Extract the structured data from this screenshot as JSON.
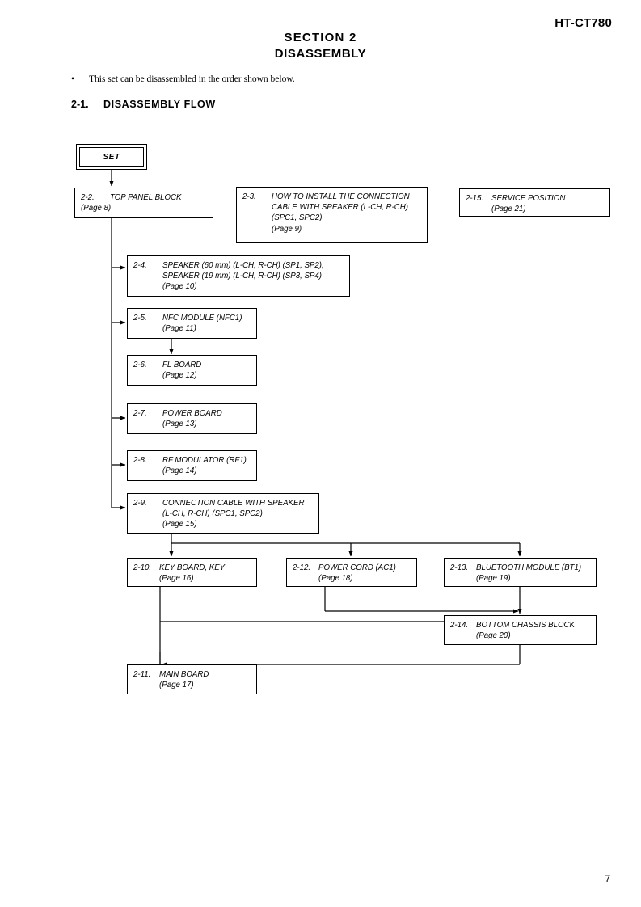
{
  "header": {
    "model": "HT-CT780",
    "section_line1": "SECTION  2",
    "section_line2": "DISASSEMBLY"
  },
  "note": {
    "bullet": "•",
    "text": "This set can be disassembled in the order shown below."
  },
  "sub_heading": {
    "number": "2-1.",
    "text": "DISASSEMBLY  FLOW"
  },
  "flow": {
    "start_label": "SET",
    "boxes": [
      {
        "id": "2-2",
        "index": "2-2.",
        "lines": [
          "TOP PANEL BLOCK"
        ],
        "page": "(Page 8)"
      },
      {
        "id": "2-3",
        "index": "2-3.",
        "lines": [
          "HOW TO INSTALL THE CONNECTION",
          "CABLE WITH SPEAKER (L-CH, R-CH)",
          "(SPC1, SPC2)"
        ],
        "page": "(Page 9)"
      },
      {
        "id": "2-15",
        "index": "2-15.",
        "lines": [
          "SERVICE POSITION"
        ],
        "page": "(Page 21)"
      },
      {
        "id": "2-4",
        "index": "2-4.",
        "lines": [
          "SPEAKER (60 mm) (L-CH, R-CH) (SP1, SP2),",
          "SPEAKER (19 mm) (L-CH, R-CH) (SP3, SP4)"
        ],
        "page": "(Page 10)"
      },
      {
        "id": "2-5",
        "index": "2-5.",
        "lines": [
          "NFC MODULE (NFC1)"
        ],
        "page": "(Page 11)"
      },
      {
        "id": "2-6",
        "index": "2-6.",
        "lines": [
          "FL BOARD"
        ],
        "page": "(Page 12)"
      },
      {
        "id": "2-7",
        "index": "2-7.",
        "lines": [
          "POWER BOARD"
        ],
        "page": "(Page 13)"
      },
      {
        "id": "2-8",
        "index": "2-8.",
        "lines": [
          "RF MODULATOR (RF1)"
        ],
        "page": "(Page 14)"
      },
      {
        "id": "2-9",
        "index": "2-9.",
        "lines": [
          "CONNECTION CABLE WITH SPEAKER",
          "(L-CH, R-CH) (SPC1, SPC2)"
        ],
        "page": "(Page 15)"
      },
      {
        "id": "2-10",
        "index": "2-10.",
        "lines": [
          "KEY BOARD, KEY"
        ],
        "page": "(Page 16)"
      },
      {
        "id": "2-12",
        "index": "2-12.",
        "lines": [
          "POWER CORD (AC1)"
        ],
        "page": "(Page 18)"
      },
      {
        "id": "2-13",
        "index": "2-13.",
        "lines": [
          "BLUETOOTH MODULE (BT1)"
        ],
        "page": "(Page 19)"
      },
      {
        "id": "2-14",
        "index": "2-14.",
        "lines": [
          "BOTTOM CHASSIS BLOCK"
        ],
        "page": "(Page 20)"
      },
      {
        "id": "2-11",
        "index": "2-11.",
        "lines": [
          "MAIN BOARD"
        ],
        "page": "(Page 17)"
      }
    ]
  },
  "footer": {
    "page_number": "7"
  },
  "colors": {
    "ink": "#000000",
    "paper": "#ffffff"
  }
}
